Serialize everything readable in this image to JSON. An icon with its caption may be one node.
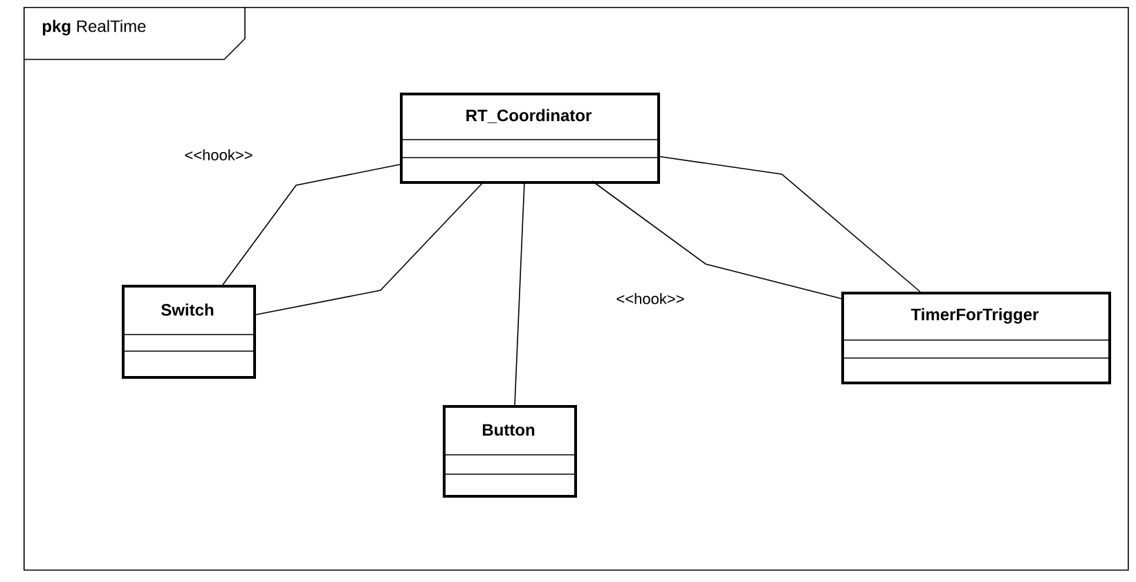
{
  "diagram": {
    "nodes": [
      {
        "text": [
          "**pkg** RealTime"
        ]
      },
      {
        "text": [
          "RT_Coordinator"
        ],
        "in": 0
      },
      {
        "text": [
          "Switch"
        ],
        "in": 0
      },
      {
        "text": [
          "Button"
        ],
        "in": 0
      },
      {
        "text": [
          "TimerForTrigger"
        ],
        "in": 0
      }
    ],
    "edges": [
      {
        "from": 1,
        "to": 2,
        "arrow": "none"
      },
      {
        "from": 1,
        "to": 2,
        "arrow": "none"
      },
      {
        "from": 1,
        "to": 3,
        "arrow": "none"
      },
      {
        "from": 1,
        "to": 4,
        "arrow": "none"
      },
      {
        "from": 1,
        "to": 4,
        "arrow": "none"
      }
    ],
    "labels": [
      "<<hook>>",
      "<<hook>>"
    ]
  }
}
